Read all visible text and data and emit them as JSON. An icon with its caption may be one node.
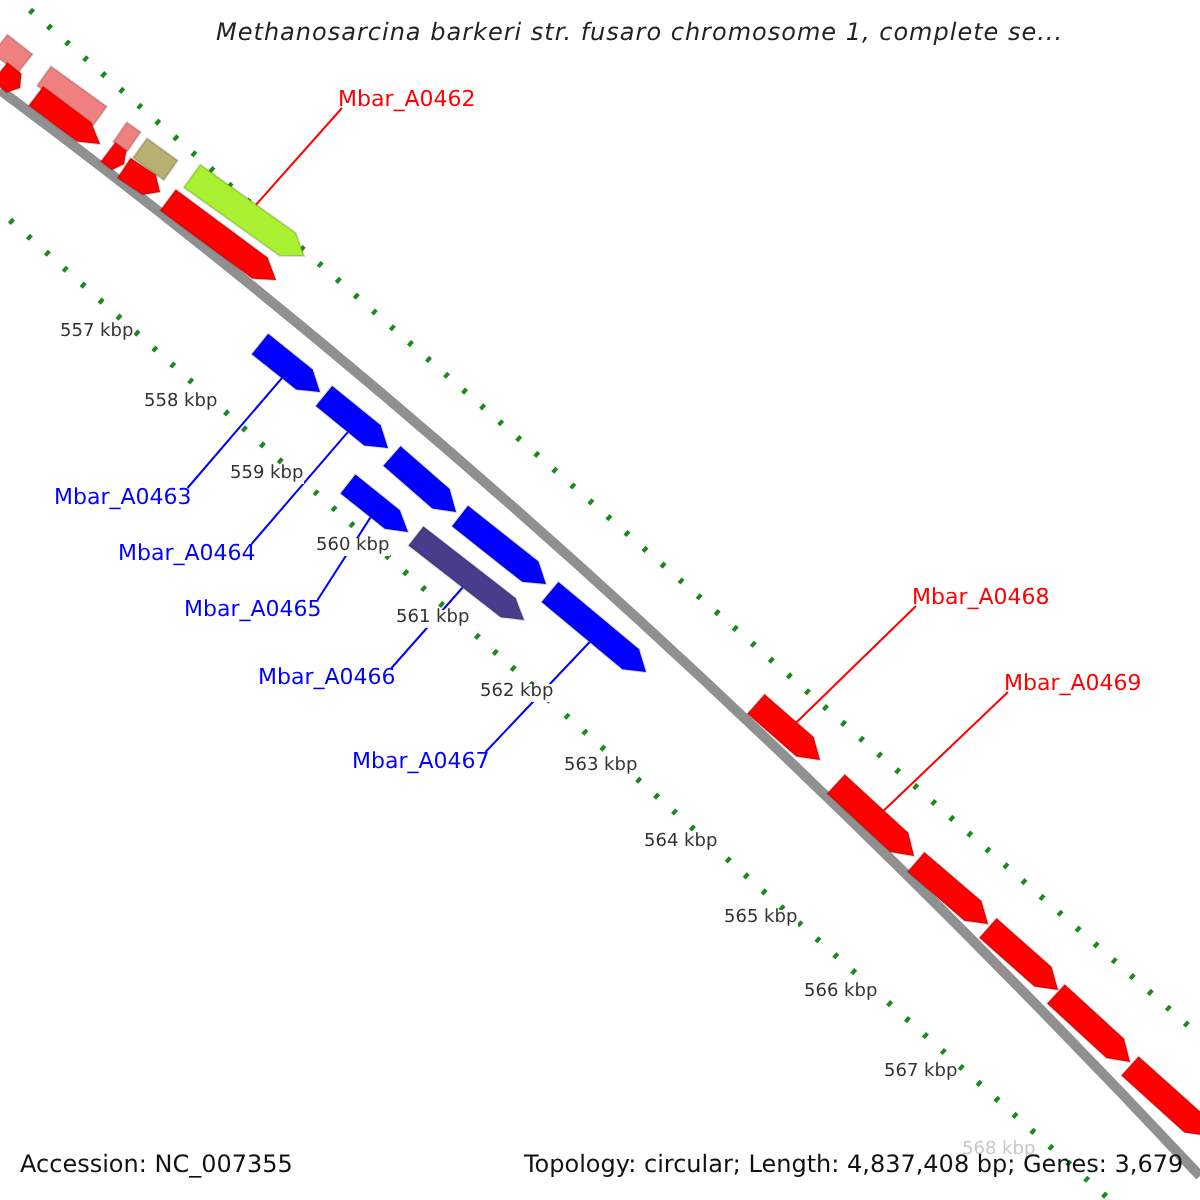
{
  "diagram": {
    "title": "Methanosarcina barkeri str. fusaro chromosome 1, complete se...",
    "nodes": [
      {
        "text": [
          "Mbar_A0462"
        ]
      },
      {
        "text": [
          "Mbar_A0463"
        ]
      },
      {
        "text": [
          "Mbar_A0464"
        ]
      },
      {
        "text": [
          "Mbar_A0465"
        ]
      },
      {
        "text": [
          "Mbar_A0466"
        ]
      },
      {
        "text": [
          "Mbar_A0467"
        ]
      },
      {
        "text": [
          "Mbar_A0468"
        ]
      },
      {
        "text": [
          "Mbar_A0469"
        ]
      },
      {
        "text": [],
        "shape": "box"
      },
      {
        "text": [],
        "shape": "arrow"
      },
      {
        "text": [],
        "shape": "box"
      },
      {
        "text": [],
        "shape": "arrow"
      },
      {
        "text": [],
        "shape": "box"
      },
      {
        "text": [],
        "shape": "arrow"
      },
      {
        "text": [],
        "shape": "box"
      },
      {
        "text": [],
        "shape": "arrow"
      },
      {
        "text": [],
        "shape": "arrow"
      },
      {
        "text": [],
        "shape": "arrow"
      },
      {
        "text": [],
        "shape": "arrow"
      },
      {
        "text": [],
        "shape": "arrow"
      },
      {
        "text": [],
        "shape": "arrow"
      },
      {
        "text": [],
        "shape": "arrow"
      },
      {
        "text": [],
        "shape": "arrow"
      },
      {
        "text": [],
        "shape": "arrow"
      },
      {
        "text": [],
        "shape": "arrow"
      },
      {
        "text": [],
        "shape": "arrow"
      },
      {
        "text": [],
        "shape": "arrow"
      },
      {
        "text": [],
        "shape": "arrow"
      },
      {
        "text": [],
        "shape": "arrow"
      },
      {
        "text": [],
        "shape": "arrow"
      },
      {
        "text": [],
        "shape": "arrow"
      }
    ],
    "edges": [
      {
        "from": 0,
        "to": 16,
        "arrow": "none",
        "color": "#ff0000"
      },
      {
        "from": 1,
        "to": 18,
        "arrow": "none"
      },
      {
        "from": 2,
        "to": 19,
        "arrow": "none"
      },
      {
        "from": 3,
        "to": 20,
        "arrow": "none"
      },
      {
        "from": 4,
        "to": 22,
        "arrow": "none"
      },
      {
        "from": 5,
        "to": 24,
        "arrow": "none"
      },
      {
        "from": 6,
        "to": 25,
        "arrow": "none",
        "color": "#ff0000"
      },
      {
        "from": 7,
        "to": 26,
        "arrow": "none",
        "color": "#ff0000"
      }
    ],
    "labels": [
      "557 kbp",
      "558 kbp",
      "559 kbp",
      "560 kbp",
      "561 kbp",
      "562 kbp",
      "563 kbp",
      "564 kbp",
      "565 kbp",
      "566 kbp",
      "567 kbp",
      "568 kbp",
      "Accession: NC_007355",
      "Topology: circular; Length: 4,837,408 bp; Genes: 3,679"
    ]
  }
}
